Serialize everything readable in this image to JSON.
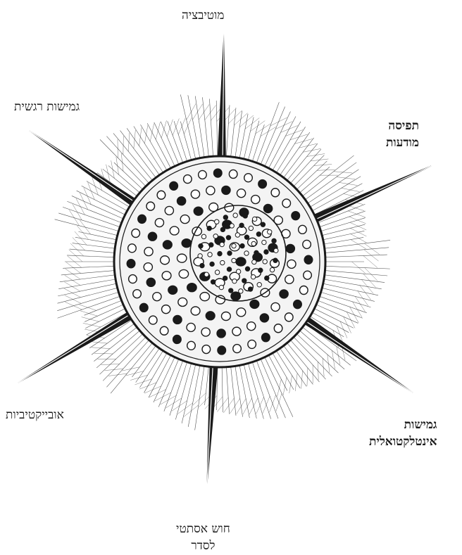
{
  "labels": {
    "top": "מוטיבציה",
    "upper_left": "גמישות רגשית",
    "upper_right_line1": "תפיסה",
    "upper_right_line2": "מודעות",
    "lower_left": "אובייקטיביות",
    "lower_right_line1": "גמישות",
    "lower_right_line2": "אינטלקטואלית",
    "bottom_line1": "חוש אסתטי",
    "bottom_line2": "לסדר"
  },
  "colors": {
    "ink": "#1a1a1a",
    "paper": "#ffffff"
  }
}
